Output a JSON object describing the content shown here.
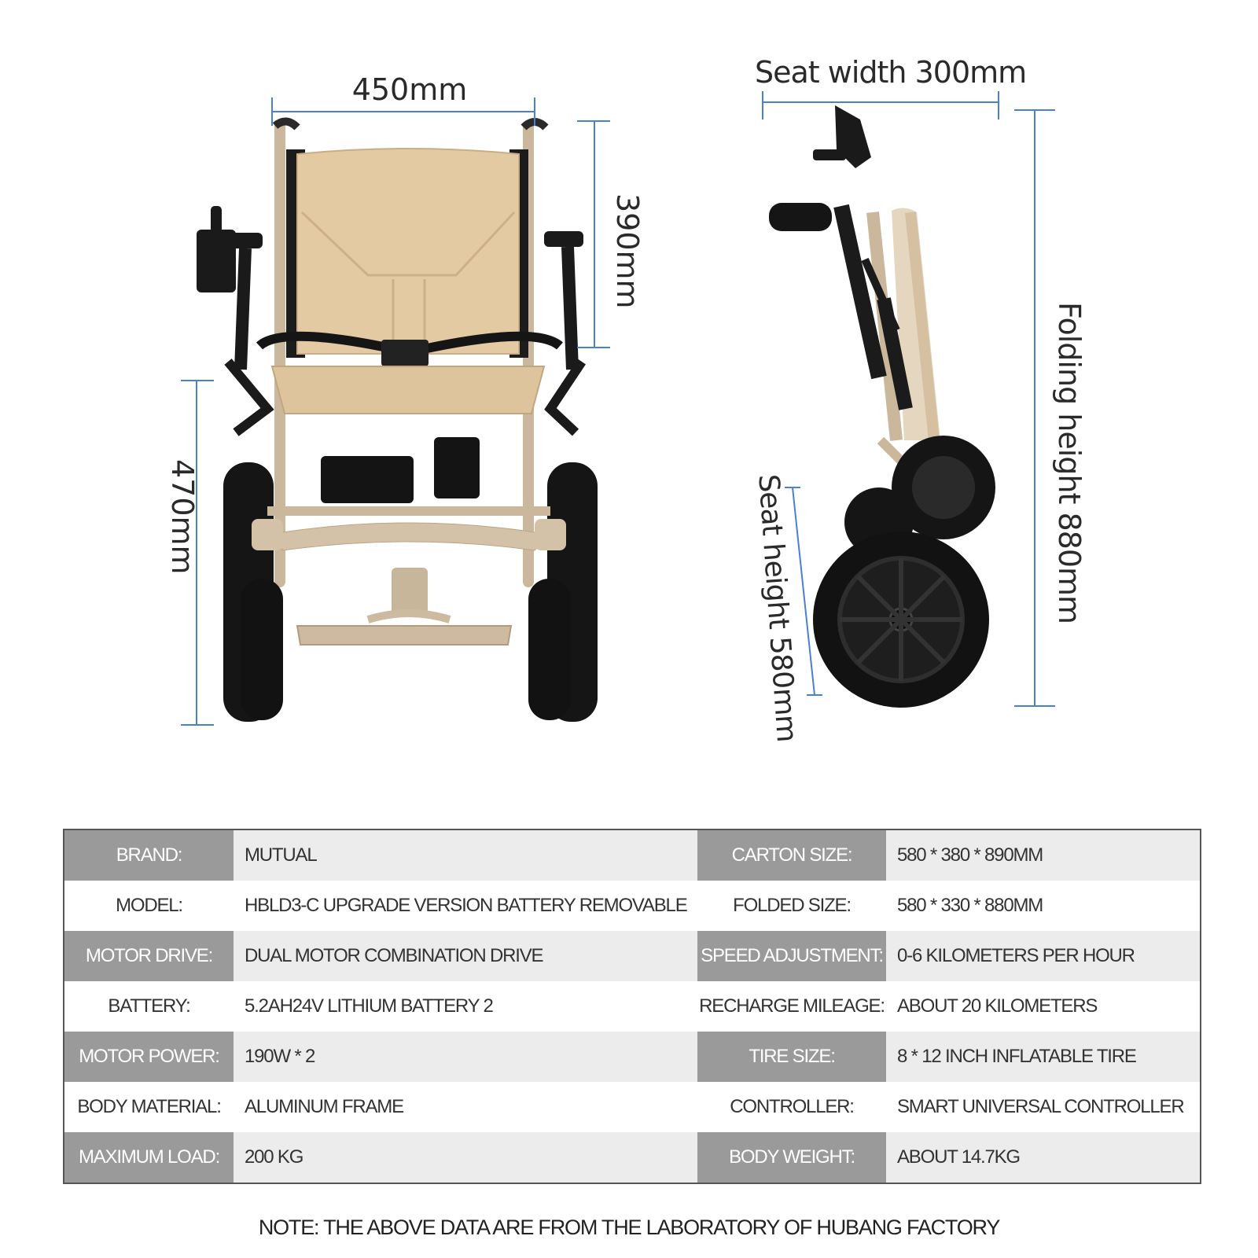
{
  "dimensions": {
    "front_width": "450mm",
    "back_height": "390mm",
    "seat_floor_height": "470mm",
    "seat_width": "Seat width 300mm",
    "seat_height": "Seat height 580mm",
    "folding_height": "Folding height 880mm"
  },
  "colors": {
    "dimension_line": "#4a7fd6",
    "header_cell": "#9a9a9a",
    "shaded_value": "#ececec",
    "seat_fabric": "#e3caa3",
    "frame": "#c9b49a"
  },
  "specs": {
    "rows": [
      {
        "left_label": "BRAND:",
        "left_value": "MUTUAL",
        "right_label": "CARTON SIZE:",
        "right_value": "580 * 380 * 890MM"
      },
      {
        "left_label": "MODEL:",
        "left_value": "HBLD3-C UPGRADE VERSION BATTERY REMOVABLE",
        "right_label": "FOLDED SIZE:",
        "right_value": "580 * 330 * 880MM"
      },
      {
        "left_label": "MOTOR DRIVE:",
        "left_value": "DUAL MOTOR COMBINATION DRIVE",
        "right_label": "SPEED ADJUSTMENT:",
        "right_value": "0-6 KILOMETERS PER HOUR"
      },
      {
        "left_label": "BATTERY:",
        "left_value": "5.2AH24V LITHIUM BATTERY 2",
        "right_label": "RECHARGE MILEAGE:",
        "right_value": "ABOUT 20 KILOMETERS"
      },
      {
        "left_label": "MOTOR POWER:",
        "left_value": "190W * 2",
        "right_label": "TIRE SIZE:",
        "right_value": "8 * 12 INCH INFLATABLE TIRE"
      },
      {
        "left_label": "BODY MATERIAL:",
        "left_value": "ALUMINUM FRAME",
        "right_label": "CONTROLLER:",
        "right_value": "SMART UNIVERSAL CONTROLLER"
      },
      {
        "left_label": "MAXIMUM LOAD:",
        "left_value": "200 KG",
        "right_label": "BODY WEIGHT:",
        "right_value": "ABOUT 14.7KG"
      }
    ]
  },
  "note": "NOTE: THE ABOVE DATA ARE FROM THE LABORATORY OF HUBANG FACTORY"
}
